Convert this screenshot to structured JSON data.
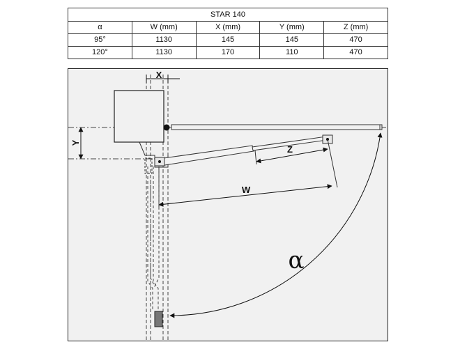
{
  "table": {
    "title": "STAR 140",
    "headers": [
      "α",
      "W (mm)",
      "X (mm)",
      "Y (mm)",
      "Z (mm)"
    ],
    "rows": [
      [
        "95°",
        "1130",
        "145",
        "145",
        "470"
      ],
      [
        "120°",
        "1130",
        "170",
        "110",
        "470"
      ]
    ]
  },
  "diagram": {
    "labels": {
      "x": "X",
      "y": "Y",
      "z": "Z",
      "w": "W",
      "alpha": "α"
    }
  }
}
